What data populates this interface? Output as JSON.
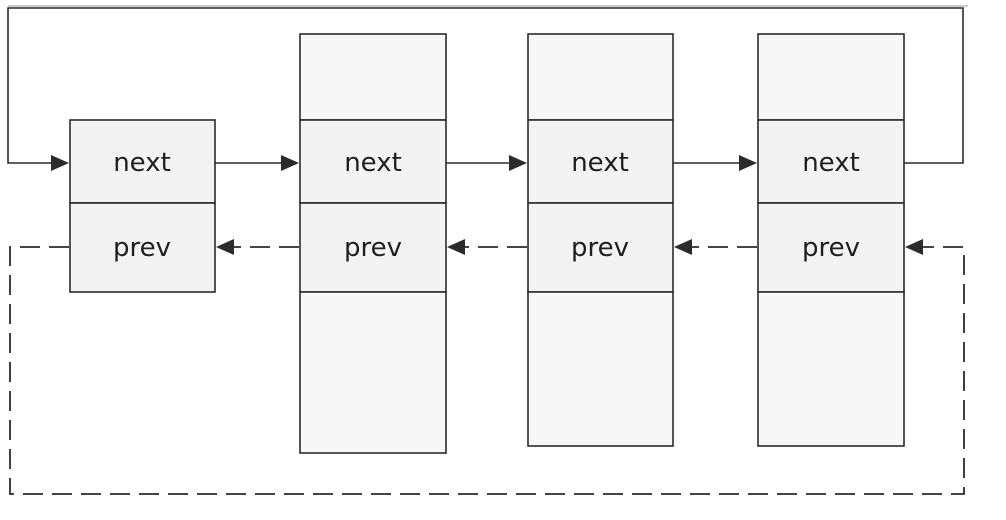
{
  "diagram": {
    "nodes": [
      {
        "id": "node-1",
        "next_label": "next",
        "prev_label": "prev"
      },
      {
        "id": "node-2",
        "next_label": "next",
        "prev_label": "prev"
      },
      {
        "id": "node-3",
        "next_label": "next",
        "prev_label": "prev"
      },
      {
        "id": "node-4",
        "next_label": "next",
        "prev_label": "prev"
      }
    ],
    "next_links": [
      {
        "from": "node-1",
        "to": "node-2"
      },
      {
        "from": "node-2",
        "to": "node-3"
      },
      {
        "from": "node-3",
        "to": "node-4"
      },
      {
        "from": "node-4",
        "to": "node-1",
        "wraps_around": true
      }
    ],
    "prev_links": [
      {
        "from": "node-2",
        "to": "node-1"
      },
      {
        "from": "node-3",
        "to": "node-2"
      },
      {
        "from": "node-4",
        "to": "node-3"
      },
      {
        "from": "node-1",
        "to": "node-4",
        "wraps_around": true
      }
    ],
    "colors": {
      "line": "#2b2b2b",
      "box_fill": "#f7f7f7",
      "text": "#1f1f1f"
    }
  }
}
